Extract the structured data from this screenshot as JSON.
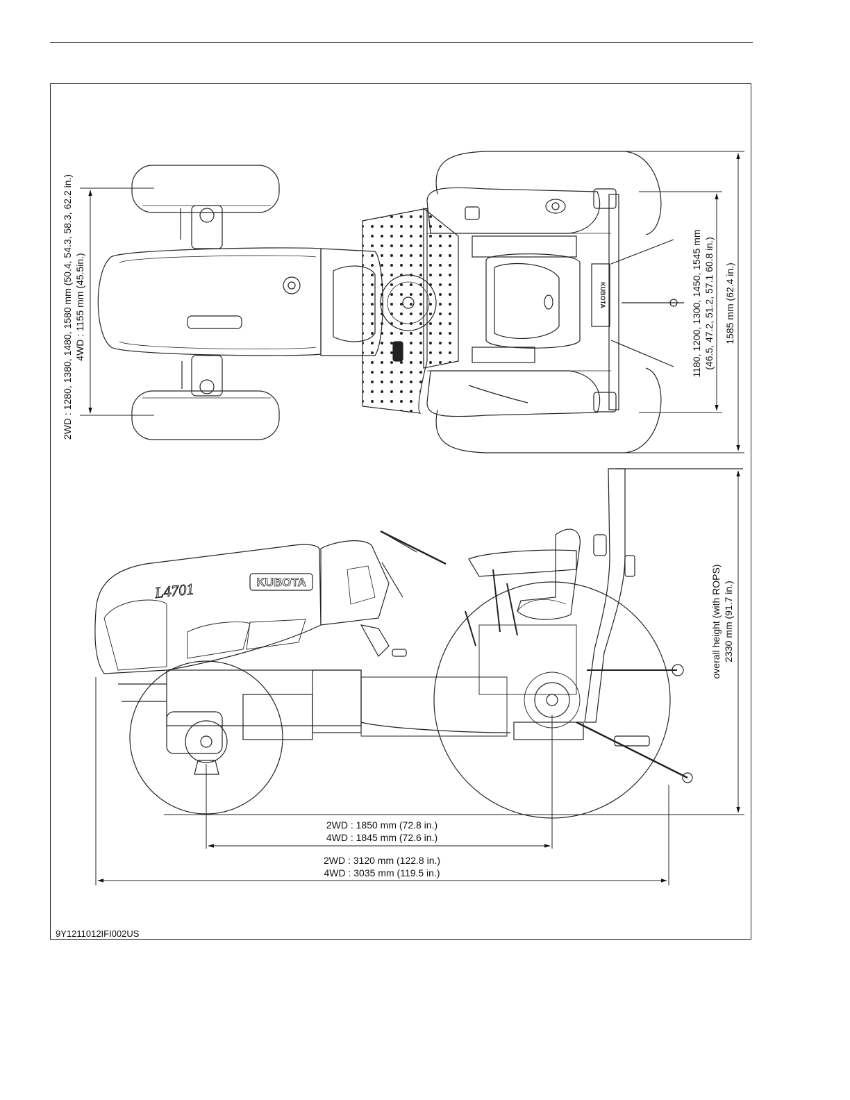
{
  "dimensions": {
    "tread_front": "2WD : 1280, 1380, 1480, 1580 mm (50.4, 54.3, 58.3, 62.2 in.)",
    "tread_front_4wd": "4WD : 1155 mm (45.5in.)",
    "tread_rear_1": "1180, 1200, 1300, 1450, 1545 mm",
    "tread_rear_2": "(46.5, 47.2, 51.2, 57.1 60.8 in.)",
    "overall_width": "1585 mm (62.4 in.)",
    "height_1": "overall height (with ROPS)",
    "height_2": "2330 mm (91.7 in.)",
    "wheelbase_2wd": "2WD : 1850 mm (72.8 in.)",
    "wheelbase_4wd": "4WD : 1845 mm (72.6 in.)",
    "length_2wd": "2WD : 3120 mm (122.8 in.)",
    "length_4wd": "4WD : 3035 mm (119.5 in.)"
  },
  "branding": {
    "logo": "KUBOTA",
    "model": "L4701",
    "seat_badge": "KUBOTA"
  },
  "figure_code": "9Y1211012IFI002US"
}
